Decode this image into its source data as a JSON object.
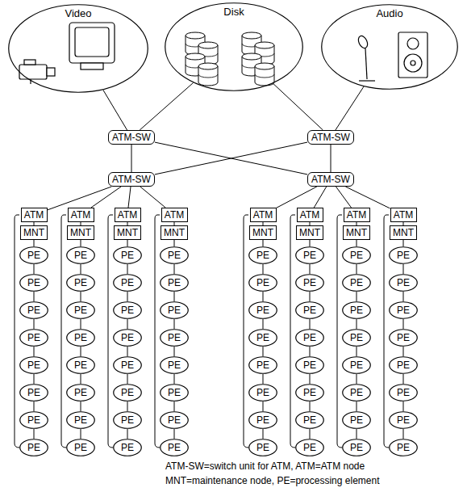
{
  "diagram": {
    "nodes": [
      {
        "text": [
          "Video"
        ]
      },
      {
        "text": [
          "Disk"
        ]
      },
      {
        "text": [
          "Audio"
        ]
      },
      {
        "text": [
          "ATM-SW"
        ]
      },
      {
        "text": [
          "ATM-SW"
        ]
      },
      {
        "text": [
          "ATM-SW"
        ]
      },
      {
        "text": [
          "ATM-SW"
        ]
      },
      {
        "text": [
          "ATM"
        ]
      },
      {
        "text": [
          "MNT"
        ]
      },
      {
        "text": [
          "PE"
        ]
      },
      {
        "text": [
          "PE"
        ]
      },
      {
        "text": [
          "PE"
        ]
      },
      {
        "text": [
          "PE"
        ]
      },
      {
        "text": [
          "PE"
        ]
      },
      {
        "text": [
          "PE"
        ]
      },
      {
        "text": [
          "PE"
        ]
      },
      {
        "text": [
          "PE"
        ]
      },
      {
        "text": [
          "ATM"
        ]
      },
      {
        "text": [
          "MNT"
        ]
      },
      {
        "text": [
          "PE"
        ]
      },
      {
        "text": [
          "PE"
        ]
      },
      {
        "text": [
          "PE"
        ]
      },
      {
        "text": [
          "PE"
        ]
      },
      {
        "text": [
          "PE"
        ]
      },
      {
        "text": [
          "PE"
        ]
      },
      {
        "text": [
          "PE"
        ]
      },
      {
        "text": [
          "PE"
        ]
      },
      {
        "text": [
          "ATM"
        ]
      },
      {
        "text": [
          "MNT"
        ]
      },
      {
        "text": [
          "PE"
        ]
      },
      {
        "text": [
          "PE"
        ]
      },
      {
        "text": [
          "PE"
        ]
      },
      {
        "text": [
          "PE"
        ]
      },
      {
        "text": [
          "PE"
        ]
      },
      {
        "text": [
          "PE"
        ]
      },
      {
        "text": [
          "PE"
        ]
      },
      {
        "text": [
          "PE"
        ]
      },
      {
        "text": [
          "ATM"
        ]
      },
      {
        "text": [
          "MNT"
        ]
      },
      {
        "text": [
          "PE"
        ]
      },
      {
        "text": [
          "PE"
        ]
      },
      {
        "text": [
          "PE"
        ]
      },
      {
        "text": [
          "PE"
        ]
      },
      {
        "text": [
          "PE"
        ]
      },
      {
        "text": [
          "PE"
        ]
      },
      {
        "text": [
          "PE"
        ]
      },
      {
        "text": [
          "PE"
        ]
      },
      {
        "text": [
          "ATM"
        ]
      },
      {
        "text": [
          "MNT"
        ]
      },
      {
        "text": [
          "PE"
        ]
      },
      {
        "text": [
          "PE"
        ]
      },
      {
        "text": [
          "PE"
        ]
      },
      {
        "text": [
          "PE"
        ]
      },
      {
        "text": [
          "PE"
        ]
      },
      {
        "text": [
          "PE"
        ]
      },
      {
        "text": [
          "PE"
        ]
      },
      {
        "text": [
          "PE"
        ]
      },
      {
        "text": [
          "ATM"
        ]
      },
      {
        "text": [
          "MNT"
        ]
      },
      {
        "text": [
          "PE"
        ]
      },
      {
        "text": [
          "PE"
        ]
      },
      {
        "text": [
          "PE"
        ]
      },
      {
        "text": [
          "PE"
        ]
      },
      {
        "text": [
          "PE"
        ]
      },
      {
        "text": [
          "PE"
        ]
      },
      {
        "text": [
          "PE"
        ]
      },
      {
        "text": [
          "PE"
        ]
      },
      {
        "text": [
          "ATM"
        ]
      },
      {
        "text": [
          "MNT"
        ]
      },
      {
        "text": [
          "PE"
        ]
      },
      {
        "text": [
          "PE"
        ]
      },
      {
        "text": [
          "PE"
        ]
      },
      {
        "text": [
          "PE"
        ]
      },
      {
        "text": [
          "PE"
        ]
      },
      {
        "text": [
          "PE"
        ]
      },
      {
        "text": [
          "PE"
        ]
      },
      {
        "text": [
          "PE"
        ]
      },
      {
        "text": [
          "ATM"
        ]
      },
      {
        "text": [
          "MNT"
        ]
      },
      {
        "text": [
          "PE"
        ]
      },
      {
        "text": [
          "PE"
        ]
      },
      {
        "text": [
          "PE"
        ]
      },
      {
        "text": [
          "PE"
        ]
      },
      {
        "text": [
          "PE"
        ]
      },
      {
        "text": [
          "PE"
        ]
      },
      {
        "text": [
          "PE"
        ]
      },
      {
        "text": [
          "PE"
        ]
      }
    ],
    "edges": [
      {
        "from": 0,
        "to": 3,
        "arrow": "none"
      },
      {
        "from": 1,
        "to": 3,
        "arrow": "none"
      },
      {
        "from": 1,
        "to": 4,
        "arrow": "none"
      },
      {
        "from": 2,
        "to": 4,
        "arrow": "none"
      },
      {
        "from": 3,
        "to": 5,
        "arrow": "none"
      },
      {
        "from": 3,
        "to": 6,
        "arrow": "none"
      },
      {
        "from": 4,
        "to": 5,
        "arrow": "none"
      },
      {
        "from": 4,
        "to": 6,
        "arrow": "none"
      },
      {
        "from": 5,
        "to": 7,
        "arrow": "none"
      },
      {
        "from": 5,
        "to": 17,
        "arrow": "none"
      },
      {
        "from": 5,
        "to": 27,
        "arrow": "none"
      },
      {
        "from": 5,
        "to": 37,
        "arrow": "none"
      },
      {
        "from": 6,
        "to": 47,
        "arrow": "none"
      },
      {
        "from": 6,
        "to": 57,
        "arrow": "none"
      },
      {
        "from": 6,
        "to": 67,
        "arrow": "none"
      },
      {
        "from": 6,
        "to": 77,
        "arrow": "none"
      },
      {
        "from": 7,
        "to": 8,
        "arrow": "none"
      },
      {
        "from": 8,
        "to": 9,
        "arrow": "none"
      },
      {
        "from": 9,
        "to": 10,
        "arrow": "none"
      },
      {
        "from": 10,
        "to": 11,
        "arrow": "none"
      },
      {
        "from": 11,
        "to": 12,
        "arrow": "none"
      },
      {
        "from": 12,
        "to": 13,
        "arrow": "none"
      },
      {
        "from": 13,
        "to": 14,
        "arrow": "none"
      },
      {
        "from": 14,
        "to": 15,
        "arrow": "none"
      },
      {
        "from": 15,
        "to": 16,
        "arrow": "none"
      },
      {
        "from": 17,
        "to": 18,
        "arrow": "none"
      },
      {
        "from": 18,
        "to": 19,
        "arrow": "none"
      },
      {
        "from": 19,
        "to": 20,
        "arrow": "none"
      },
      {
        "from": 20,
        "to": 21,
        "arrow": "none"
      },
      {
        "from": 21,
        "to": 22,
        "arrow": "none"
      },
      {
        "from": 22,
        "to": 23,
        "arrow": "none"
      },
      {
        "from": 23,
        "to": 24,
        "arrow": "none"
      },
      {
        "from": 24,
        "to": 25,
        "arrow": "none"
      },
      {
        "from": 25,
        "to": 26,
        "arrow": "none"
      },
      {
        "from": 27,
        "to": 28,
        "arrow": "none"
      },
      {
        "from": 28,
        "to": 29,
        "arrow": "none"
      },
      {
        "from": 29,
        "to": 30,
        "arrow": "none"
      },
      {
        "from": 30,
        "to": 31,
        "arrow": "none"
      },
      {
        "from": 31,
        "to": 32,
        "arrow": "none"
      },
      {
        "from": 32,
        "to": 33,
        "arrow": "none"
      },
      {
        "from": 33,
        "to": 34,
        "arrow": "none"
      },
      {
        "from": 34,
        "to": 35,
        "arrow": "none"
      },
      {
        "from": 35,
        "to": 36,
        "arrow": "none"
      },
      {
        "from": 37,
        "to": 38,
        "arrow": "none"
      },
      {
        "from": 38,
        "to": 39,
        "arrow": "none"
      },
      {
        "from": 39,
        "to": 40,
        "arrow": "none"
      },
      {
        "from": 40,
        "to": 41,
        "arrow": "none"
      },
      {
        "from": 41,
        "to": 42,
        "arrow": "none"
      },
      {
        "from": 42,
        "to": 43,
        "arrow": "none"
      },
      {
        "from": 43,
        "to": 44,
        "arrow": "none"
      },
      {
        "from": 44,
        "to": 45,
        "arrow": "none"
      },
      {
        "from": 45,
        "to": 46,
        "arrow": "none"
      },
      {
        "from": 47,
        "to": 48,
        "arrow": "none"
      },
      {
        "from": 48,
        "to": 49,
        "arrow": "none"
      },
      {
        "from": 49,
        "to": 50,
        "arrow": "none"
      },
      {
        "from": 50,
        "to": 51,
        "arrow": "none"
      },
      {
        "from": 51,
        "to": 52,
        "arrow": "none"
      },
      {
        "from": 52,
        "to": 53,
        "arrow": "none"
      },
      {
        "from": 53,
        "to": 54,
        "arrow": "none"
      },
      {
        "from": 54,
        "to": 55,
        "arrow": "none"
      },
      {
        "from": 55,
        "to": 56,
        "arrow": "none"
      },
      {
        "from": 57,
        "to": 58,
        "arrow": "none"
      },
      {
        "from": 58,
        "to": 59,
        "arrow": "none"
      },
      {
        "from": 59,
        "to": 60,
        "arrow": "none"
      },
      {
        "from": 60,
        "to": 61,
        "arrow": "none"
      },
      {
        "from": 61,
        "to": 62,
        "arrow": "none"
      },
      {
        "from": 62,
        "to": 63,
        "arrow": "none"
      },
      {
        "from": 63,
        "to": 64,
        "arrow": "none"
      },
      {
        "from": 64,
        "to": 65,
        "arrow": "none"
      },
      {
        "from": 65,
        "to": 66,
        "arrow": "none"
      },
      {
        "from": 67,
        "to": 68,
        "arrow": "none"
      },
      {
        "from": 68,
        "to": 69,
        "arrow": "none"
      },
      {
        "from": 69,
        "to": 70,
        "arrow": "none"
      },
      {
        "from": 70,
        "to": 71,
        "arrow": "none"
      },
      {
        "from": 71,
        "to": 72,
        "arrow": "none"
      },
      {
        "from": 72,
        "to": 73,
        "arrow": "none"
      },
      {
        "from": 73,
        "to": 74,
        "arrow": "none"
      },
      {
        "from": 74,
        "to": 75,
        "arrow": "none"
      },
      {
        "from": 75,
        "to": 76,
        "arrow": "none"
      },
      {
        "from": 77,
        "to": 78,
        "arrow": "none"
      },
      {
        "from": 78,
        "to": 79,
        "arrow": "none"
      },
      {
        "from": 79,
        "to": 80,
        "arrow": "none"
      },
      {
        "from": 80,
        "to": 81,
        "arrow": "none"
      },
      {
        "from": 81,
        "to": 82,
        "arrow": "none"
      },
      {
        "from": 82,
        "to": 83,
        "arrow": "none"
      },
      {
        "from": 83,
        "to": 84,
        "arrow": "none"
      },
      {
        "from": 84,
        "to": 85,
        "arrow": "none"
      },
      {
        "from": 85,
        "to": 86,
        "arrow": "none"
      }
    ],
    "labels": [
      "ATM-SW=switch unit for ATM, ATM=ATM node",
      "MNT=maintenance node, PE=processing element"
    ]
  }
}
